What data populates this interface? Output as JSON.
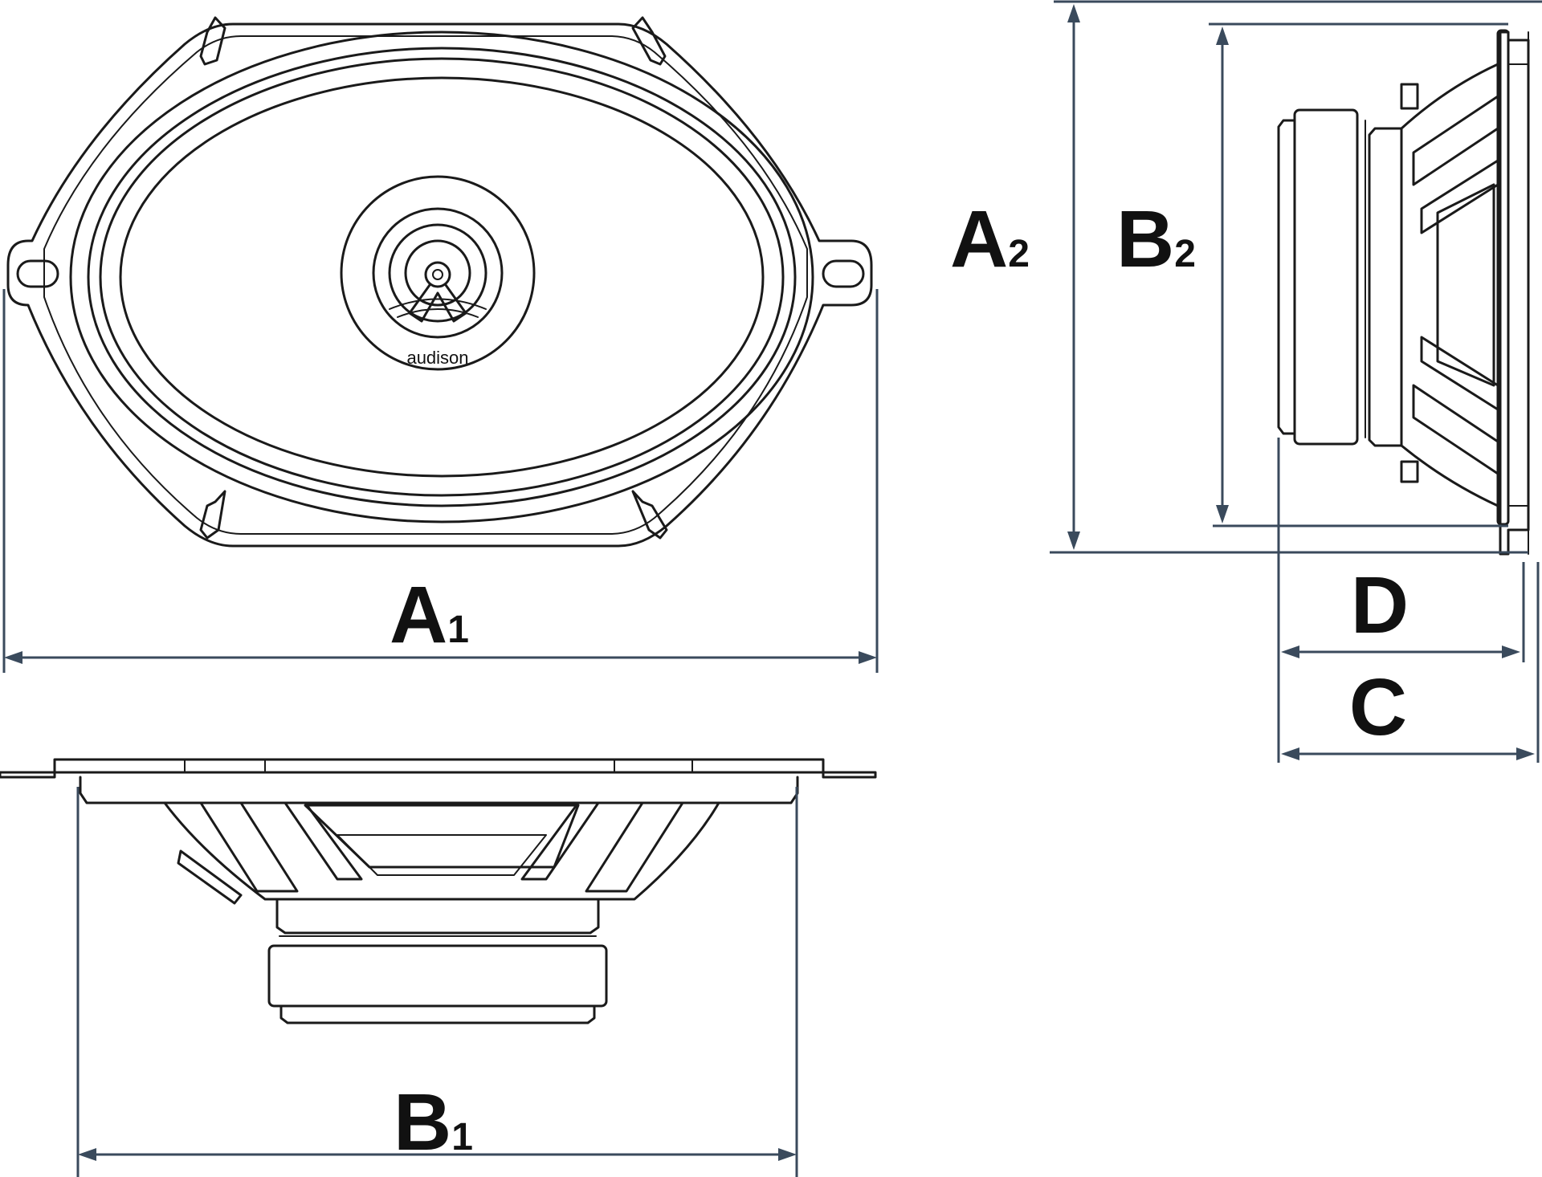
{
  "labels": {
    "a1_main": "A",
    "a1_sub": "1",
    "b1_main": "B",
    "b1_sub": "1",
    "a2_main": "A",
    "a2_sub": "2",
    "b2_main": "B",
    "b2_sub": "2",
    "c": "C",
    "d": "D"
  },
  "brand": "audison",
  "colors": {
    "line": "#1a1a1a",
    "dimension": "#3a4a5c",
    "background": "#ffffff"
  }
}
